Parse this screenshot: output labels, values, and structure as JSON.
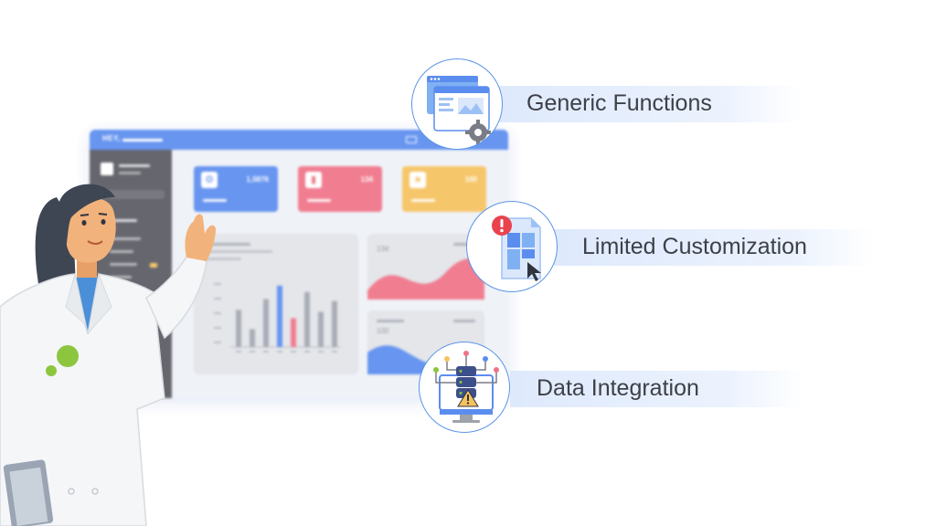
{
  "dashboard": {
    "greeting": "HEY,",
    "cards": [
      {
        "value": "1,5876",
        "color": "#5b8def",
        "icon": "gear-icon"
      },
      {
        "value": "134",
        "color": "#f07388",
        "icon": "bar-chart-icon"
      },
      {
        "value": "100",
        "color": "#f6c25f",
        "icon": "star-icon"
      }
    ],
    "panel_values": [
      "134",
      "100"
    ],
    "bar_chart": {
      "values": [
        0.58,
        0.28,
        0.75,
        0.96,
        0.45,
        0.86,
        0.55,
        0.72
      ],
      "highlight": [
        3,
        4
      ],
      "colors": {
        "default": "#a3a7b0",
        "blue": "#5b8def",
        "pink": "#f07388"
      }
    }
  },
  "features": [
    {
      "label": "Generic Functions",
      "icon": "browser-settings-icon"
    },
    {
      "label": "Limited Customization",
      "icon": "layout-warning-icon"
    },
    {
      "label": "Data Integration",
      "icon": "database-warning-icon"
    }
  ],
  "colors": {
    "accent": "#5b8def",
    "pink": "#f07388",
    "yellow": "#f6c25f",
    "sidebar": "#5a5a62",
    "coat_dot": "#8cc63f"
  }
}
